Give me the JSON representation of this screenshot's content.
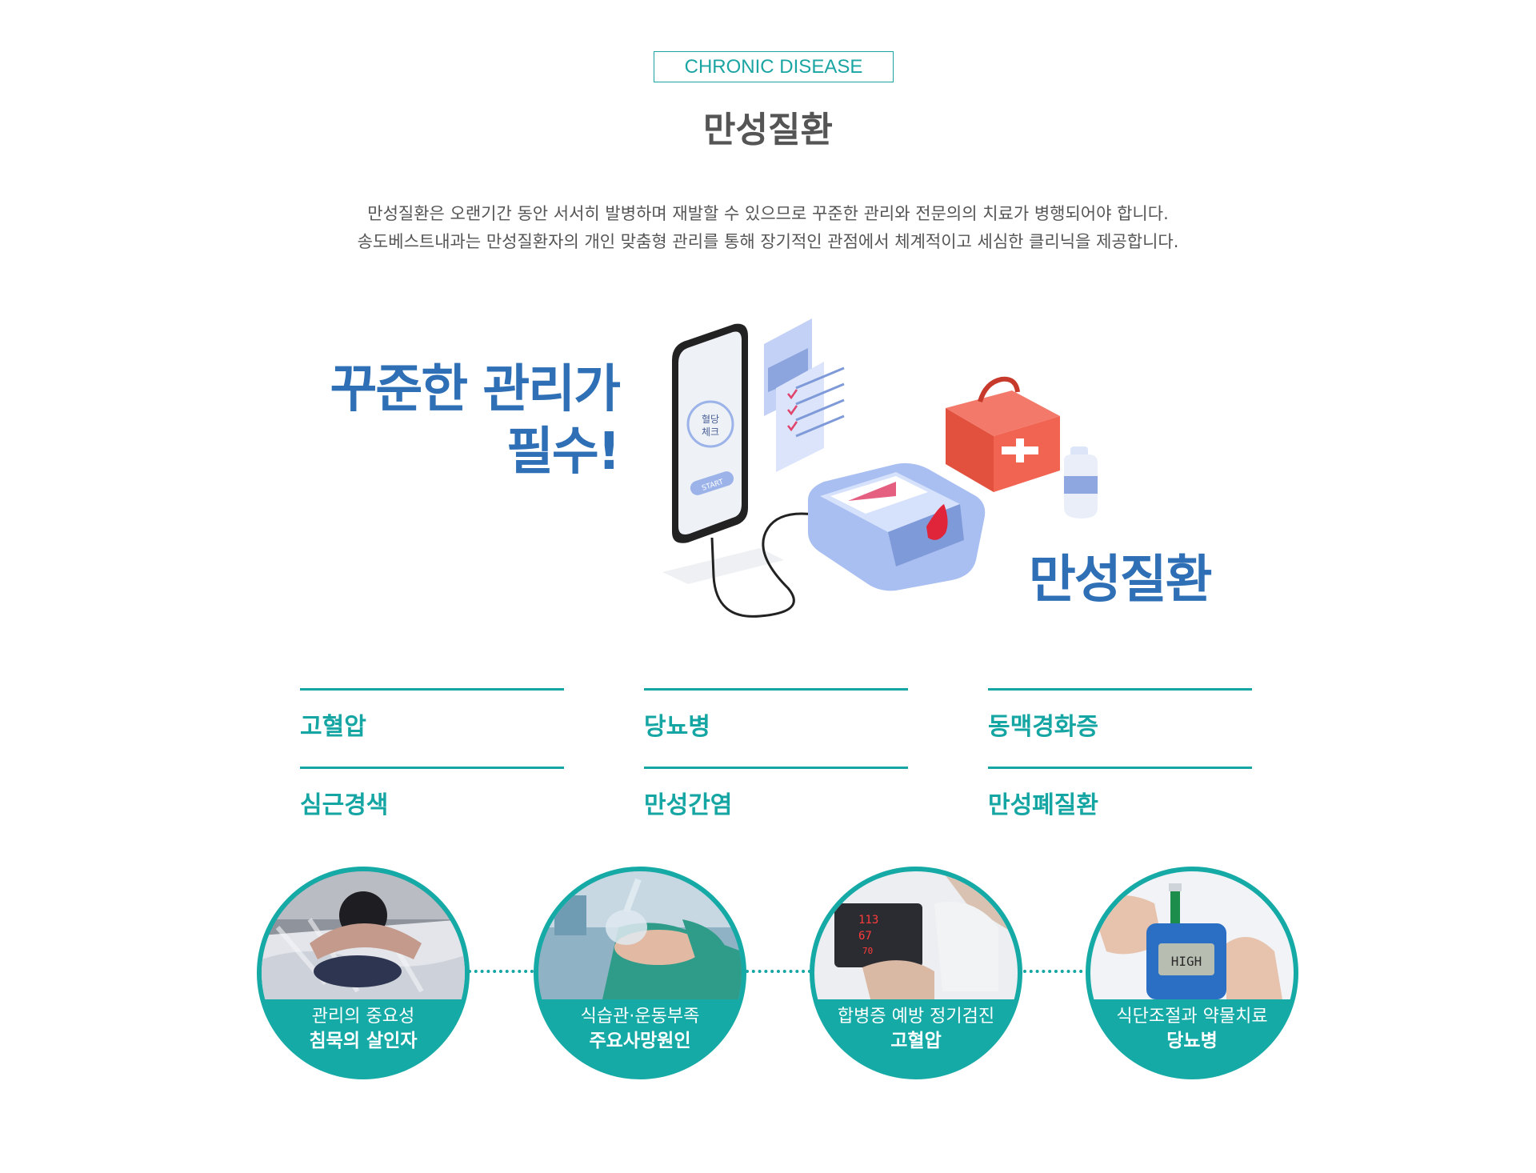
{
  "section": {
    "badge": "CHRONIC DISEASE",
    "title": "만성질환",
    "desc_line1": "만성질환은 오랜기간 동안 서서히 발병하며 재발할 수 있으므로 꾸준한 관리와 전문의의 치료가 병행되어야 합니다.",
    "desc_line2": "송도베스트내과는 만성질환자의 개인 맞춤형 관리를 통해 장기적인 관점에서 체계적이고 세심한 클리닉을 제공합니다."
  },
  "hero": {
    "left_line1": "꾸준한 관리가",
    "left_line2": "필수!",
    "right": "만성질환",
    "phone_text_line1": "혈당",
    "phone_text_line2": "체크",
    "phone_button": "START"
  },
  "diseases": [
    {
      "label": "고혈압"
    },
    {
      "label": "당뇨병"
    },
    {
      "label": "동맥경화증"
    },
    {
      "label": "심근경색"
    },
    {
      "label": "만성간염"
    },
    {
      "label": "만성폐질환"
    }
  ],
  "circles": [
    {
      "line1": "관리의 중요성",
      "line2": "침묵의 살인자",
      "icon": "sleeping-person-photo"
    },
    {
      "line1": "식습관·운동부족",
      "line2": "주요사망원인",
      "icon": "oxygen-mask-patient-photo"
    },
    {
      "line1": "합병증 예방 정기검진",
      "line2": "고혈압",
      "icon": "blood-pressure-monitor-photo",
      "bp_sys": "113",
      "bp_dia": "67",
      "bp_pulse": "70"
    },
    {
      "line1": "식단조절과 약물치료",
      "line2": "당뇨병",
      "icon": "glucose-meter-photo",
      "meter_text": "HIGH"
    }
  ],
  "colors": {
    "teal": "#15a5a3",
    "blue": "#2e6fb5",
    "text": "#555555"
  }
}
